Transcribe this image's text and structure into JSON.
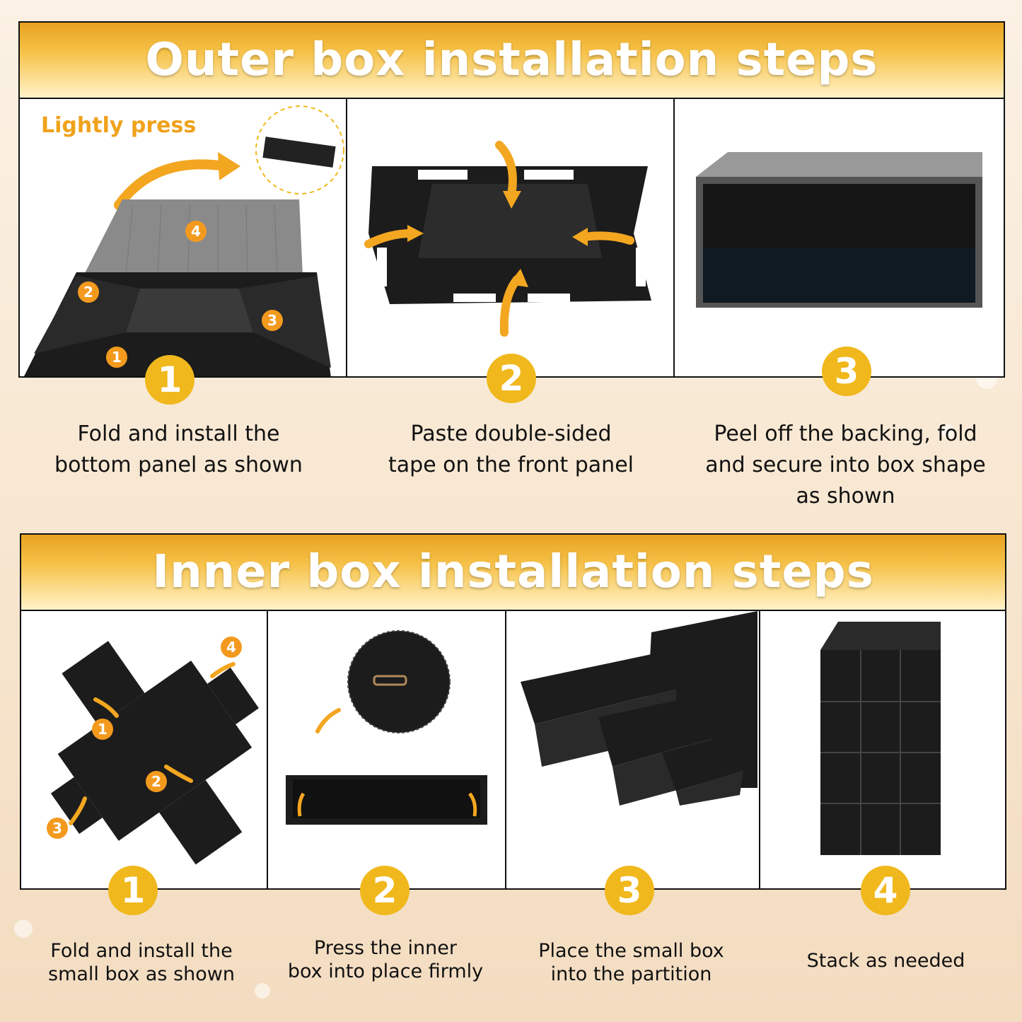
{
  "outer": {
    "title": "Outer box installation steps",
    "lightly_press": "Lightly press",
    "steps": [
      {
        "num": "1",
        "caption_l1": "Fold and install the",
        "caption_l2": "bottom panel as shown",
        "badges": [
          "4",
          "2",
          "3",
          "1"
        ]
      },
      {
        "num": "2",
        "caption_l1": "Paste double-sided",
        "caption_l2": "tape on the front panel"
      },
      {
        "num": "3",
        "caption_l1": "Peel off the backing, fold",
        "caption_l2": "and secure into box shape",
        "caption_l3": "as shown"
      }
    ]
  },
  "inner": {
    "title": "Inner box installation steps",
    "steps": [
      {
        "num": "1",
        "caption_l1": "Fold and install the",
        "caption_l2": "small box as shown",
        "badges": [
          "4",
          "1",
          "2",
          "3"
        ]
      },
      {
        "num": "2",
        "caption_l1": "Press the inner",
        "caption_l2": "box into place firmly"
      },
      {
        "num": "3",
        "caption_l1": "Place the small box",
        "caption_l2": "into the partition"
      },
      {
        "num": "4",
        "caption_l1": "Stack as needed"
      }
    ]
  },
  "colors": {
    "accent": "#f0b81c",
    "arrow": "#f3a620",
    "box": "#1c1c1c"
  }
}
